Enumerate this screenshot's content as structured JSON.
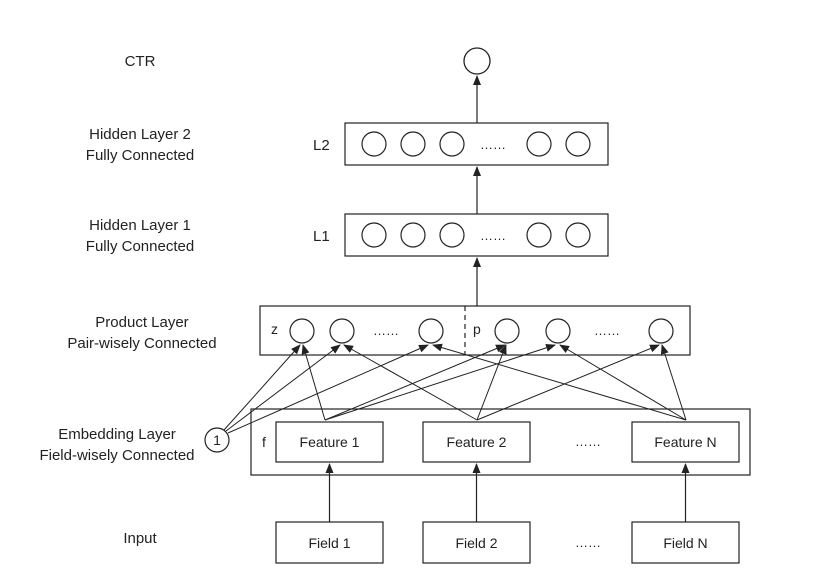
{
  "layers": {
    "ctr": {
      "label": "CTR"
    },
    "hidden2": {
      "label_line1": "Hidden Layer 2",
      "label_line2": "Fully Connected",
      "tag": "L2"
    },
    "hidden1": {
      "label_line1": "Hidden Layer 1",
      "label_line2": "Fully Connected",
      "tag": "L1"
    },
    "product": {
      "label_line1": "Product Layer",
      "label_line2": "Pair-wisely Connected",
      "z_tag": "z",
      "p_tag": "p"
    },
    "embedding": {
      "label_line1": "Embedding Layer",
      "label_line2": "Field-wisely Connected",
      "f_tag": "f",
      "constant": "1"
    },
    "input": {
      "label": "Input"
    }
  },
  "ellipsis": "……",
  "features": [
    "Feature 1",
    "Feature 2",
    "Feature N"
  ],
  "fields": [
    "Field 1",
    "Field 2",
    "Field N"
  ]
}
